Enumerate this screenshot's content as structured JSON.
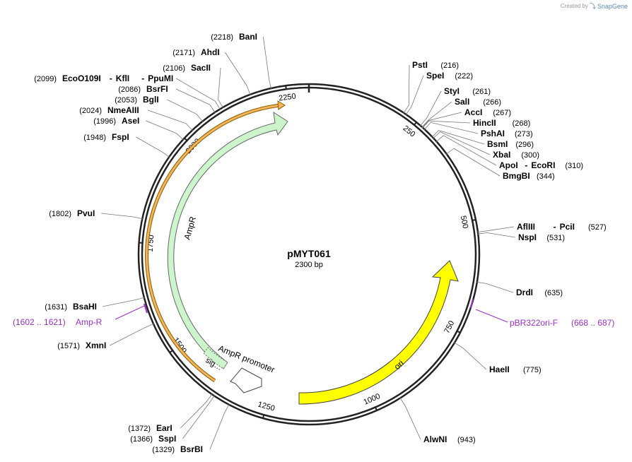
{
  "credit": {
    "prefix": "Created by",
    "brand": "SnapGene"
  },
  "plasmid": {
    "name": "pMYT061",
    "size_label": "2300 bp",
    "length": 2300
  },
  "ticks": [
    {
      "label": "250",
      "pos": 250
    },
    {
      "label": "500",
      "pos": 500
    },
    {
      "label": "750",
      "pos": 750
    },
    {
      "label": "1000",
      "pos": 1000
    },
    {
      "label": "1250",
      "pos": 1250
    },
    {
      "label": "1500",
      "pos": 1500
    },
    {
      "label": "1750",
      "pos": 1750
    },
    {
      "label": "2000",
      "pos": 2000
    },
    {
      "label": "2250",
      "pos": 2250
    }
  ],
  "features": [
    {
      "name": "AmpR",
      "label": "AmpR",
      "color": "#ccf5cc",
      "stroke": "#666666"
    },
    {
      "name": "AmpR-signal",
      "label": "sig…",
      "color": "#ccf5cc",
      "stroke": "#666666"
    },
    {
      "name": "AmpR-promoter",
      "label": "AmpR promoter",
      "color": "#ffffff",
      "stroke": "#444444"
    },
    {
      "name": "ori",
      "label": "ori",
      "color": "#ffff00",
      "stroke": "#444444"
    },
    {
      "name": "AmpR-orf-outline",
      "label": "",
      "color": "#e8a64a",
      "stroke": "#8a5a00"
    }
  ],
  "enzymes": [
    {
      "name": "BanI",
      "pos": "(2218)"
    },
    {
      "name": "AhdI",
      "pos": "(2171)"
    },
    {
      "name": "SacII",
      "pos": "(2106)"
    },
    {
      "name": "EcoO109I",
      "pos": "(2099)",
      "extra": [
        "KflI",
        "PpuMI"
      ]
    },
    {
      "name": "BsrFI",
      "pos": "(2086)"
    },
    {
      "name": "BglI",
      "pos": "(2053)"
    },
    {
      "name": "NmeAIII",
      "pos": "(2024)"
    },
    {
      "name": "AseI",
      "pos": "(1996)"
    },
    {
      "name": "FspI",
      "pos": "(1948)"
    },
    {
      "name": "PvuI",
      "pos": "(1802)"
    },
    {
      "name": "BsaHI",
      "pos": "(1631)"
    },
    {
      "name": "XmnI",
      "pos": "(1571)"
    },
    {
      "name": "EarI",
      "pos": "(1372)"
    },
    {
      "name": "SspI",
      "pos": "(1366)"
    },
    {
      "name": "BsrBI",
      "pos": "(1329)"
    },
    {
      "name": "PstI",
      "pos": "(216)"
    },
    {
      "name": "SpeI",
      "pos": "(222)"
    },
    {
      "name": "StyI",
      "pos": "(261)"
    },
    {
      "name": "SalI",
      "pos": "(266)"
    },
    {
      "name": "AccI",
      "pos": "(267)"
    },
    {
      "name": "HincII",
      "pos": "(268)"
    },
    {
      "name": "PshAI",
      "pos": "(273)"
    },
    {
      "name": "BsmI",
      "pos": "(296)"
    },
    {
      "name": "XbaI",
      "pos": "(300)"
    },
    {
      "name": "ApoI",
      "pos": "(310)",
      "extra": [
        "EcoRI"
      ]
    },
    {
      "name": "BmgBI",
      "pos": "(344)"
    },
    {
      "name": "AflIII",
      "pos": "(527)",
      "extra": [
        "PciI"
      ]
    },
    {
      "name": "NspI",
      "pos": "(531)"
    },
    {
      "name": "DrdI",
      "pos": "(635)"
    },
    {
      "name": "HaeII",
      "pos": "(775)"
    },
    {
      "name": "AlwNI",
      "pos": "(943)"
    }
  ],
  "primers": [
    {
      "name": "Amp-R",
      "range": "(1602 .. 1621)"
    },
    {
      "name": "pBR322ori-F",
      "range": "(668 .. 687)"
    }
  ]
}
